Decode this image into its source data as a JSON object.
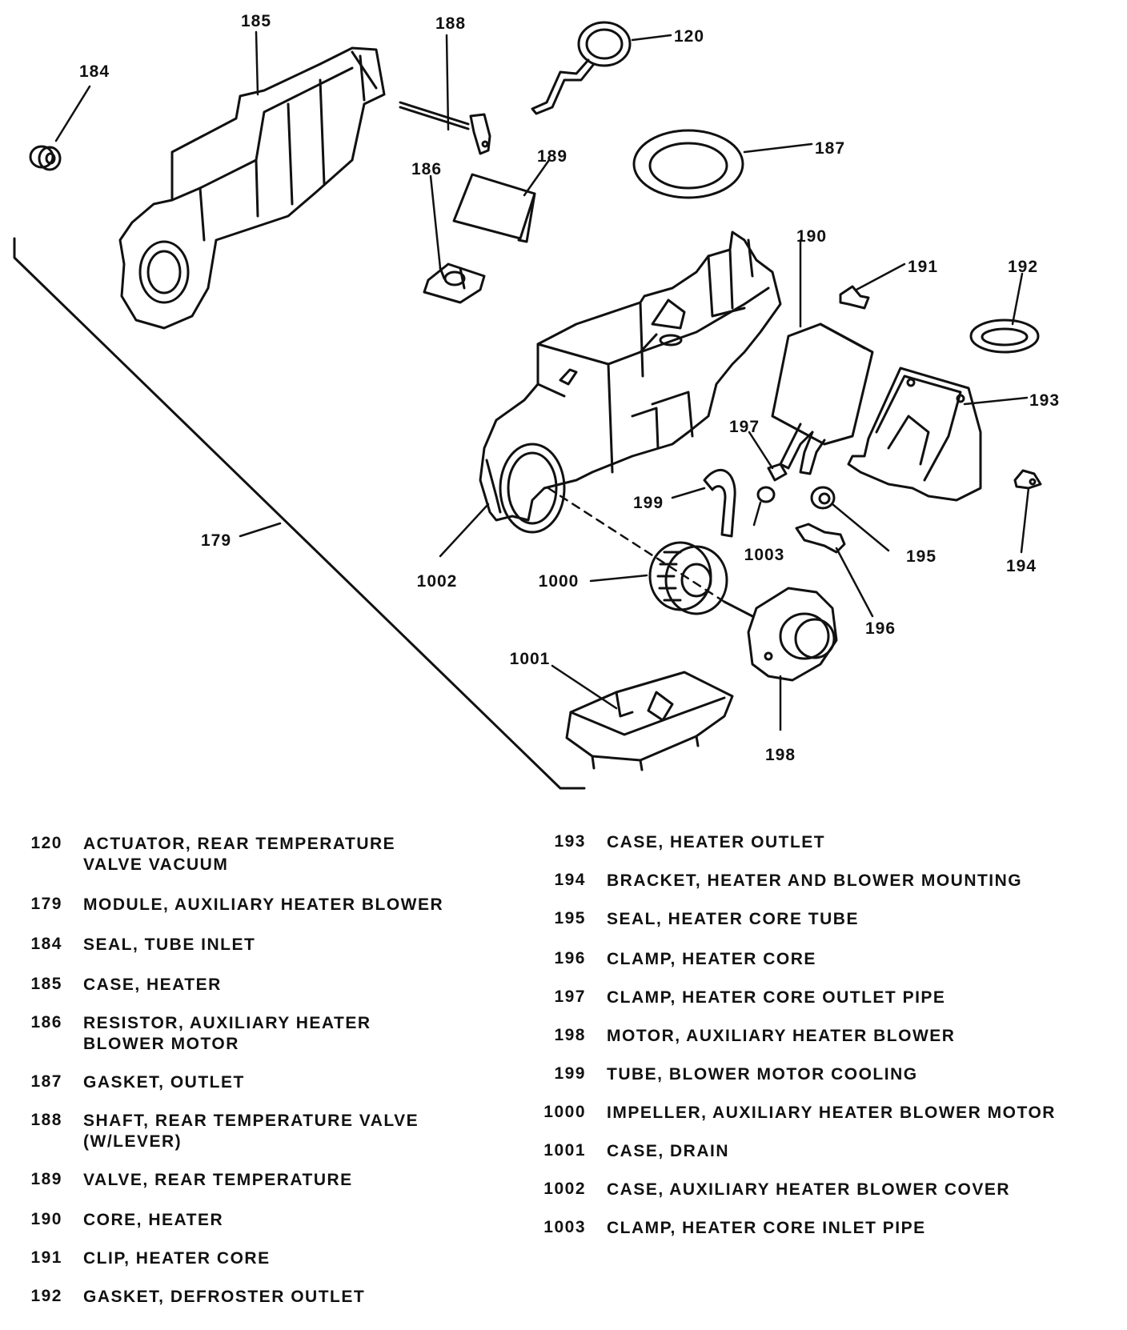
{
  "diagram": {
    "callouts": [
      "184",
      "185",
      "188",
      "120",
      "187",
      "189",
      "186",
      "190",
      "191",
      "192",
      "193",
      "197",
      "199",
      "1003",
      "195",
      "194",
      "196",
      "179",
      "1002",
      "1000",
      "1001",
      "198"
    ]
  },
  "legend_left": [
    {
      "number": "120",
      "description": "ACTUATOR, REAR TEMPERATURE\nVALVE VACUUM"
    },
    {
      "number": "179",
      "description": "MODULE, AUXILIARY HEATER BLOWER"
    },
    {
      "number": "184",
      "description": "SEAL, TUBE INLET"
    },
    {
      "number": "185",
      "description": "CASE, HEATER"
    },
    {
      "number": "186",
      "description": "RESISTOR, AUXILIARY HEATER\nBLOWER MOTOR"
    },
    {
      "number": "187",
      "description": "GASKET, OUTLET"
    },
    {
      "number": "188",
      "description": "SHAFT, REAR TEMPERATURE VALVE\n(W/LEVER)"
    },
    {
      "number": "189",
      "description": "VALVE, REAR TEMPERATURE"
    },
    {
      "number": "190",
      "description": "CORE, HEATER"
    },
    {
      "number": "191",
      "description": "CLIP, HEATER CORE"
    },
    {
      "number": "192",
      "description": "GASKET, DEFROSTER OUTLET"
    }
  ],
  "legend_right": [
    {
      "number": "193",
      "description": "CASE, HEATER OUTLET"
    },
    {
      "number": "194",
      "description": "BRACKET, HEATER AND BLOWER MOUNTING"
    },
    {
      "number": "195",
      "description": "SEAL, HEATER CORE TUBE"
    },
    {
      "number": "196",
      "description": "CLAMP, HEATER CORE"
    },
    {
      "number": "197",
      "description": "CLAMP, HEATER CORE OUTLET PIPE"
    },
    {
      "number": "198",
      "description": "MOTOR, AUXILIARY HEATER BLOWER"
    },
    {
      "number": "199",
      "description": "TUBE, BLOWER MOTOR COOLING"
    },
    {
      "number": "1000",
      "description": "IMPELLER, AUXILIARY HEATER BLOWER MOTOR"
    },
    {
      "number": "1001",
      "description": "CASE, DRAIN"
    },
    {
      "number": "1002",
      "description": "CASE, AUXILIARY HEATER BLOWER COVER"
    },
    {
      "number": "1003",
      "description": "CLAMP, HEATER CORE INLET PIPE"
    }
  ]
}
